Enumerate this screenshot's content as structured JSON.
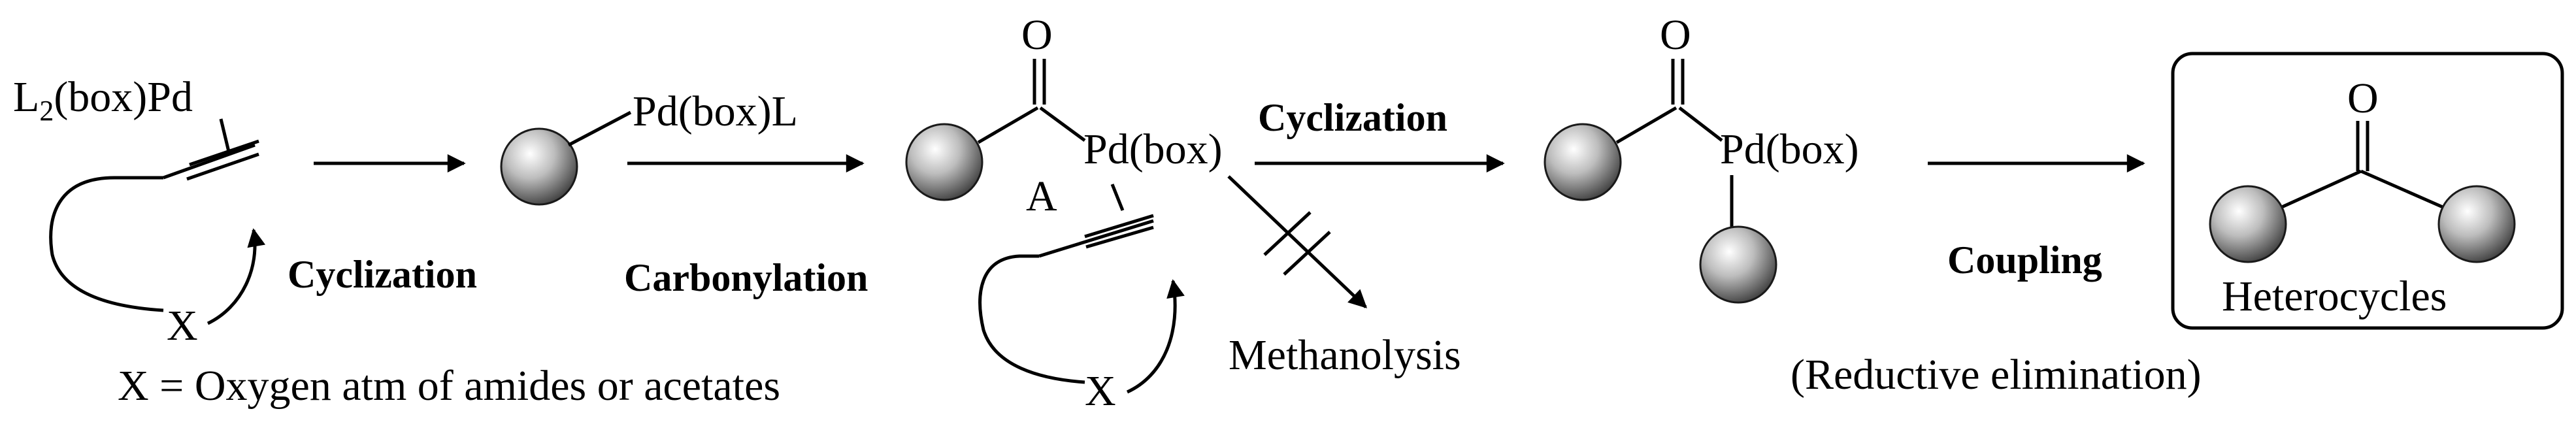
{
  "scheme": {
    "start": {
      "catalyst_prefix": "L",
      "catalyst_subscript": "2",
      "catalyst_suffix": "(box)Pd",
      "heteroatom": "X"
    },
    "steps": {
      "cyclization_1": "Cyclization",
      "carbonylation": "Carbonylation",
      "cyclization_2": "Cyclization",
      "coupling": "Coupling",
      "reductive_elimination": "(Reductive elimination)",
      "methanolysis": "Methanolysis"
    },
    "intermediates": {
      "alkyl_pd": "Pd(box)L",
      "acyl_pd": "Pd(box)",
      "intermediate_label": "A",
      "carbonyl_oxygen": "O",
      "heteroatom": "X",
      "bis_pd": "Pd(box)",
      "bis_oxygen": "O"
    },
    "product": {
      "oxygen": "O",
      "caption": "Heterocycles"
    },
    "footnote": "X = Oxygen atm of amides or acetates",
    "colors": {
      "sphere_light": "#ffffff",
      "sphere_mid": "#b4b4b4",
      "sphere_dark": "#3c3c3c",
      "line": "#000000"
    }
  }
}
